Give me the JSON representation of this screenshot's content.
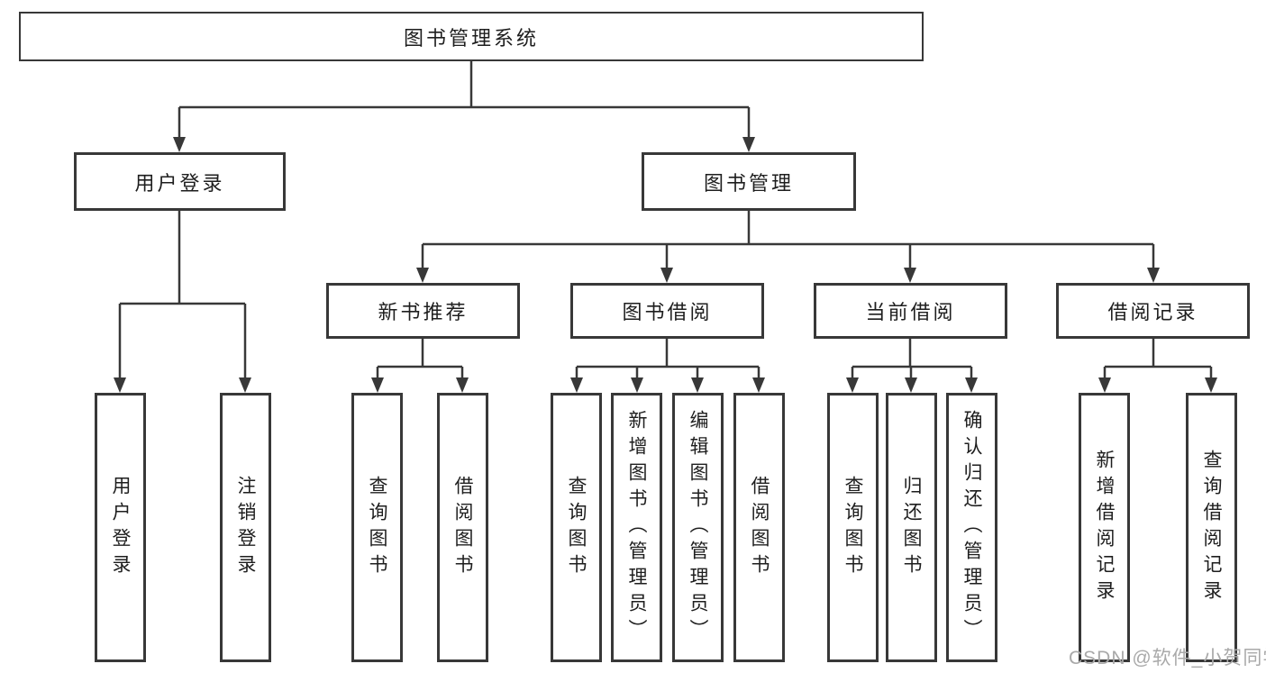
{
  "diagram": {
    "root": {
      "label": "图书管理系统"
    },
    "branches": [
      {
        "label": "用户登录",
        "children": [
          {
            "label": "用户登录"
          },
          {
            "label": "注销登录"
          }
        ]
      },
      {
        "label": "图书管理",
        "children": [
          {
            "label": "新书推荐",
            "children": [
              {
                "label": "查询图书"
              },
              {
                "label": "借阅图书"
              }
            ]
          },
          {
            "label": "图书借阅",
            "children": [
              {
                "label": "查询图书"
              },
              {
                "label": "新增图书（管理员）"
              },
              {
                "label": "编辑图书（管理员）"
              },
              {
                "label": "借阅图书"
              }
            ]
          },
          {
            "label": "当前借阅",
            "children": [
              {
                "label": "查询图书"
              },
              {
                "label": "归还图书"
              },
              {
                "label": "确认归还（管理员）"
              }
            ]
          },
          {
            "label": "借阅记录",
            "children": [
              {
                "label": "新增借阅记录"
              },
              {
                "label": "查询借阅记录"
              }
            ]
          }
        ]
      }
    ]
  },
  "watermark": {
    "text": "CSDN @软件_小贺同学"
  },
  "colors": {
    "line": "#383838",
    "ink": "#1e1e1e",
    "bg": "#ffffff",
    "wm": "#a9a9a9"
  }
}
